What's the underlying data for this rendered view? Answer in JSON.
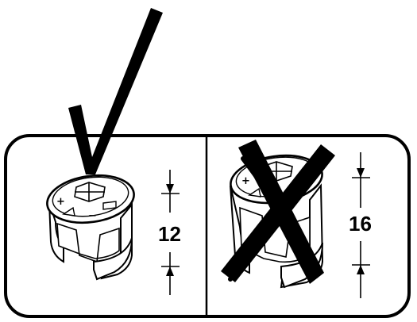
{
  "colors": {
    "ink": "#000000",
    "paper": "#ffffff"
  },
  "icons": {
    "correct": "check-mark-icon",
    "incorrect": "x-mark-icon"
  },
  "panels": [
    {
      "name": "left",
      "status": "correct",
      "dimension": "12",
      "plus_sign": "+",
      "minus_sign": "−"
    },
    {
      "name": "right",
      "status": "incorrect",
      "dimension": "16",
      "plus_sign": "+",
      "minus_sign": "−"
    }
  ]
}
